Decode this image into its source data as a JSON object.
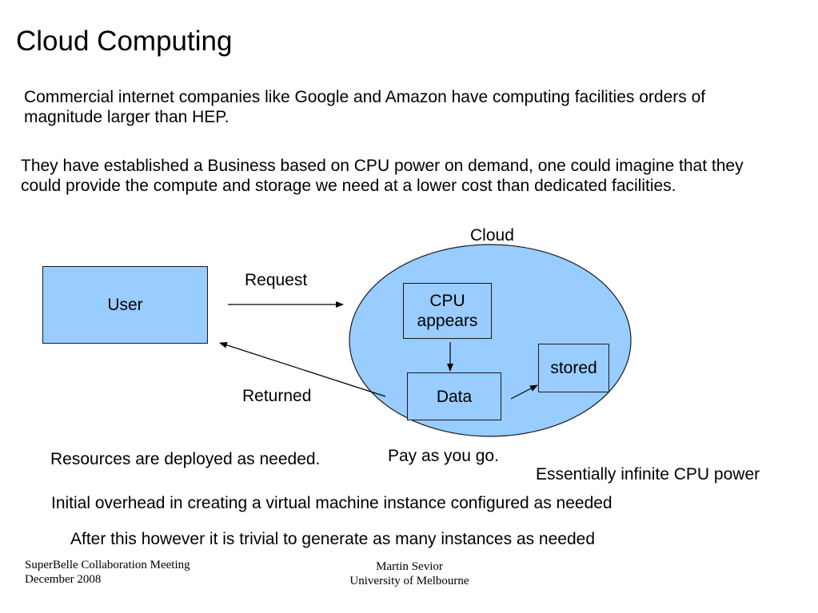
{
  "slide": {
    "title": "Cloud Computing",
    "paragraph_1": "Commercial internet companies like Google and Amazon have computing facilities orders of magnitude larger than HEP.",
    "paragraph_2": "They have established a Business based on CPU power on demand, one could imagine that they could provide the compute and storage we need at a lower cost than dedicated facilities."
  },
  "diagram": {
    "cloud_label": "Cloud",
    "user_label": "User",
    "request_label": "Request",
    "returned_label": "Returned",
    "cpu_label": "CPU appears",
    "data_label": "Data",
    "stored_label": "stored",
    "colors": {
      "fill": "#99ccff",
      "stroke": "#1a1a1a"
    }
  },
  "notes": {
    "resources": "Resources are deployed as needed.",
    "pay": "Pay as you go.",
    "infinite": "Essentially infinite CPU power",
    "overhead": "Initial overhead in creating a virtual machine instance configured as needed",
    "after": "After this however it is trivial to generate as many instances as needed"
  },
  "footer": {
    "left_line1": "SuperBelle Collaboration Meeting",
    "left_line2": "December 2008",
    "center_line1": "Martin Sevior",
    "center_line2": "University of Melbourne"
  }
}
